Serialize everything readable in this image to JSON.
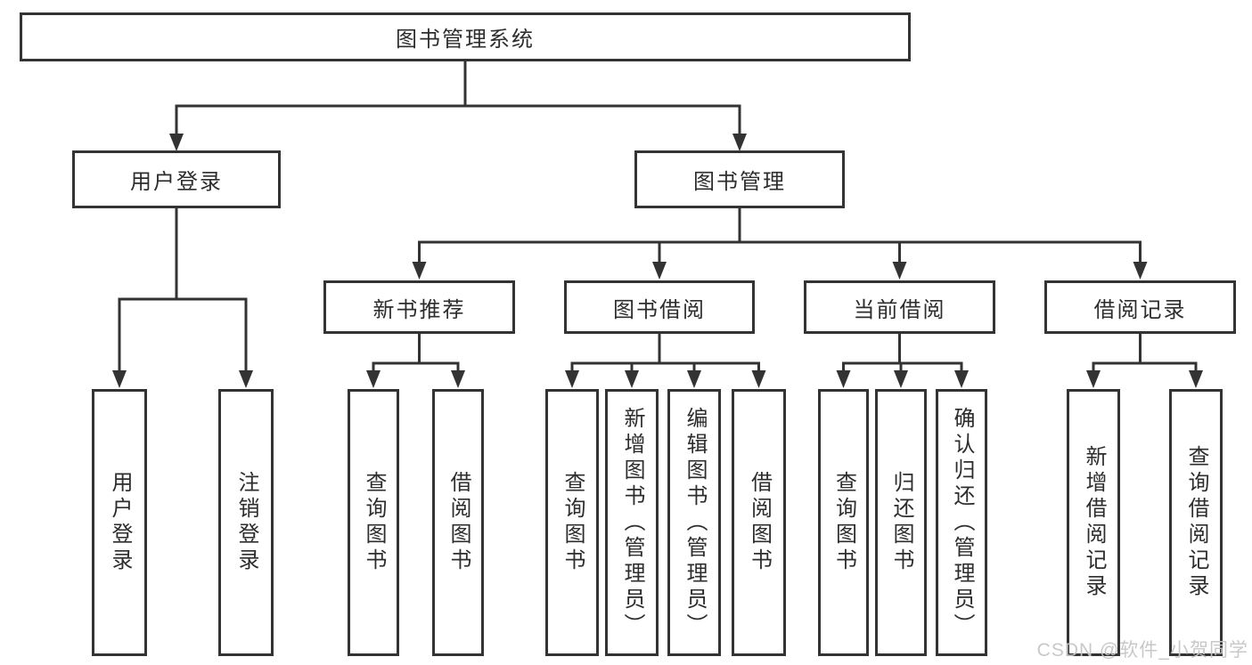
{
  "diagram": {
    "root": {
      "label": "图书管理系统"
    },
    "branches": [
      {
        "label": "用户登录",
        "children": [
          {
            "label": "用户登录"
          },
          {
            "label": "注销登录"
          }
        ]
      },
      {
        "label": "图书管理",
        "children": [
          {
            "label": "新书推荐",
            "children": [
              {
                "label": "查询图书"
              },
              {
                "label": "借阅图书"
              }
            ]
          },
          {
            "label": "图书借阅",
            "children": [
              {
                "label": "查询图书"
              },
              {
                "label": "新增图书（管理员）"
              },
              {
                "label": "编辑图书（管理员）"
              },
              {
                "label": "借阅图书"
              }
            ]
          },
          {
            "label": "当前借阅",
            "children": [
              {
                "label": "查询图书"
              },
              {
                "label": "归还图书"
              },
              {
                "label": "确认归还（管理员）"
              }
            ]
          },
          {
            "label": "借阅记录",
            "children": [
              {
                "label": "新增借阅记录"
              },
              {
                "label": "查询借阅记录"
              }
            ]
          }
        ]
      }
    ]
  },
  "watermark": {
    "text": "CSDN @软件_小贺同学"
  },
  "colors": {
    "line": "#333333",
    "text": "#2d2d2d",
    "watermark": "#c6c6c6",
    "background": "#ffffff"
  }
}
